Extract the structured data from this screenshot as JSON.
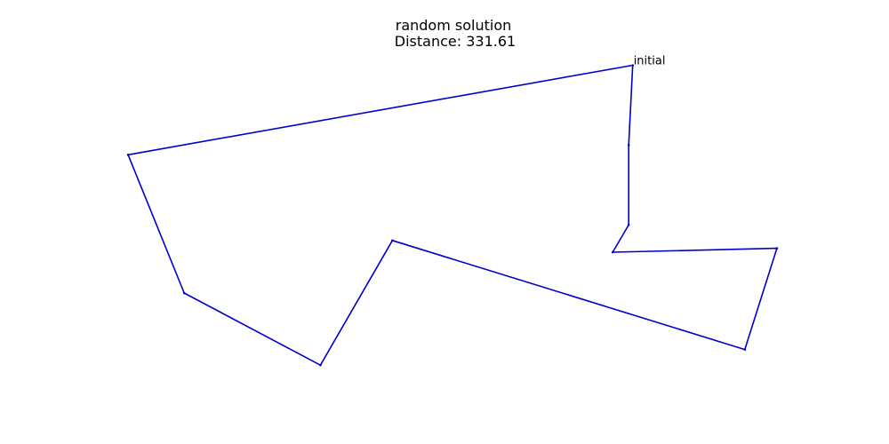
{
  "chart_data": {
    "type": "line",
    "title": "random solution",
    "subtitle": "Distance: 331.61",
    "axes_visible": false,
    "grid": false,
    "legend": "none",
    "series": [
      {
        "color": "#0000cc",
        "closed": true,
        "points": [
          {
            "x": 12.6,
            "y": 16.6
          },
          {
            "x": 12.5,
            "y": 12.5
          },
          {
            "x": 12.5,
            "y": 8.4
          },
          {
            "x": 12.1,
            "y": 7.0
          },
          {
            "x": 16.2,
            "y": 7.2
          },
          {
            "x": 15.4,
            "y": 2.0
          },
          {
            "x": 6.6,
            "y": 7.6
          },
          {
            "x": 4.8,
            "y": 1.2
          },
          {
            "x": 1.4,
            "y": 4.9
          },
          {
            "x": 0.0,
            "y": 12.0
          }
        ]
      }
    ],
    "annotations": [
      {
        "text": "initial",
        "point_index": 0
      }
    ],
    "xlim": [
      -3.2,
      19.0
    ],
    "ylim": [
      -2.85,
      19.95
    ]
  }
}
